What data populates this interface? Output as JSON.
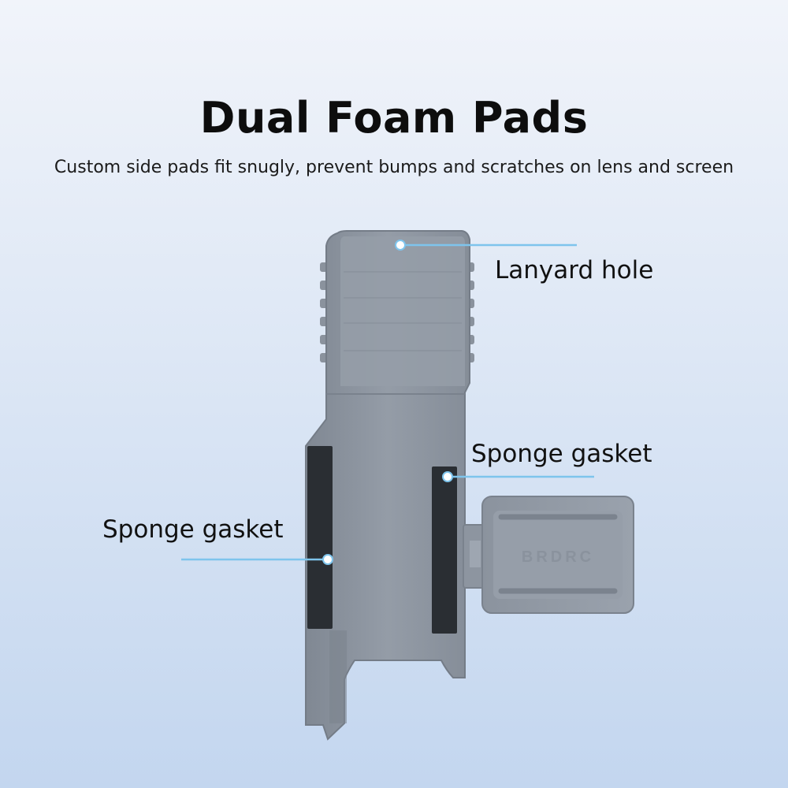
{
  "title": "Dual Foam Pads",
  "subtitle": "Custom side pads fit snugly, prevent bumps and scratches on lens and screen",
  "callouts": {
    "lanyard_hole": "Lanyard hole",
    "sponge_gasket_right": "Sponge gasket",
    "sponge_gasket_left": "Sponge gasket"
  },
  "colors": {
    "product_body": "#8e96a1",
    "product_shade": "#7d8591",
    "foam_pad": "#2a2e33",
    "callout_line": "#7ec4ec"
  },
  "logo_text": "BRDRC"
}
